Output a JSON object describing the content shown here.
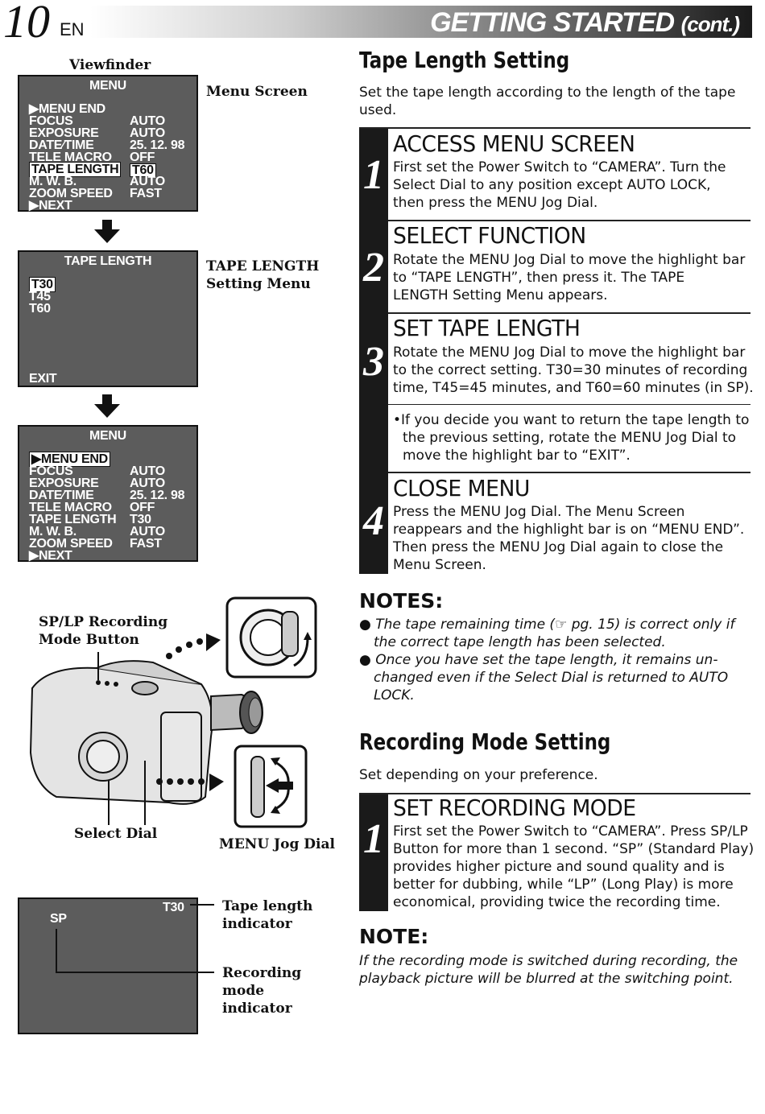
{
  "header": {
    "page_number": "10",
    "lang": "EN",
    "title": "GETTING STARTED",
    "cont": "(cont.)"
  },
  "left": {
    "viewfinder_label": "Viewfinder",
    "menu_screen_label": "Menu Screen",
    "tape_menu_label_1": "TAPE LENGTH",
    "tape_menu_label_2": "Setting Menu",
    "screen1": {
      "title": "MENU",
      "rows": [
        {
          "label": "▶MENU  END",
          "value": ""
        },
        {
          "label": "FOCUS",
          "value": "AUTO"
        },
        {
          "label": "EXPOSURE",
          "value": "AUTO"
        },
        {
          "label": "DATE∕TIME",
          "value": "25. 12. 98"
        },
        {
          "label": "TELE   MACRO",
          "value": "OFF"
        },
        {
          "label": "TAPE   LENGTH",
          "value": "T60"
        },
        {
          "label": "M. W. B.",
          "value": "AUTO"
        },
        {
          "label": "ZOOM SPEED",
          "value": "FAST"
        },
        {
          "label": "▶NEXT",
          "value": ""
        }
      ]
    },
    "screen2": {
      "title": "TAPE  LENGTH",
      "options": [
        "T30",
        "T45",
        "T60"
      ],
      "exit": "EXIT"
    },
    "screen3": {
      "title": "MENU",
      "rows": [
        {
          "label": "▶MENU  END",
          "value": ""
        },
        {
          "label": "FOCUS",
          "value": "AUTO"
        },
        {
          "label": "EXPOSURE",
          "value": "AUTO"
        },
        {
          "label": "DATE∕TIME",
          "value": "25. 12. 98"
        },
        {
          "label": "TELE   MACRO",
          "value": "OFF"
        },
        {
          "label": "TAPE   LENGTH",
          "value": "T30"
        },
        {
          "label": "M. W. B.",
          "value": "AUTO"
        },
        {
          "label": "ZOOM SPEED",
          "value": "FAST"
        },
        {
          "label": "▶NEXT",
          "value": ""
        }
      ]
    },
    "sp_lp_label_1": "SP/LP Recording",
    "sp_lp_label_2": "Mode Button",
    "select_dial_label": "Select Dial",
    "menu_jog_label": "MENU Jog Dial",
    "screen4": {
      "sp": "SP",
      "t30": "T30"
    },
    "tape_ind_1": "Tape length",
    "tape_ind_2": "indicator",
    "rec_ind_1": "Recording",
    "rec_ind_2": "mode",
    "rec_ind_3": "indicator"
  },
  "right": {
    "tape_title": "Tape Length Setting",
    "tape_intro_1": "Set the tape length according to the length of the tape",
    "tape_intro_2": "used.",
    "steps": [
      {
        "num": "1",
        "head": "ACCESS MENU SCREEN",
        "lines": [
          "First set the Power Switch to “CAMERA”. Turn the",
          "Select Dial to any position except AUTO LOCK,",
          "then press the MENU Jog Dial."
        ]
      },
      {
        "num": "2",
        "head": "SELECT FUNCTION",
        "lines": [
          "Rotate the MENU Jog Dial to move the highlight bar",
          "to “TAPE LENGTH”, then press it. The TAPE",
          "LENGTH Setting Menu appears."
        ]
      },
      {
        "num": "3",
        "head": "SET TAPE LENGTH",
        "lines": [
          "Rotate the MENU Jog Dial to move the highlight bar",
          "to the correct setting. T30=30 minutes of recording",
          "time, T45=45 minutes, and T60=60 minutes (in SP)."
        ],
        "note_lines": [
          "•If  you decide you want to return the tape length to",
          "the previous setting, rotate the MENU Jog Dial to",
          "move the highlight bar to “EXIT”."
        ]
      },
      {
        "num": "4",
        "head": "CLOSE MENU",
        "lines": [
          "Press the MENU Jog Dial. The Menu Screen",
          "reappears and the highlight bar is on “MENU END”.",
          "Then press the MENU Jog Dial again to close the",
          "Menu Screen."
        ]
      }
    ],
    "notes_title": "NOTES:",
    "notes": [
      [
        "The tape remaining time (☞ pg. 15) is correct only if",
        "the correct tape length has been selected."
      ],
      [
        "Once you have set the tape length, it remains un-",
        "changed even if the Select Dial is returned to AUTO",
        "LOCK."
      ]
    ],
    "rec_title": "Recording Mode Setting",
    "rec_intro": "Set depending on your preference.",
    "rec_step": {
      "num": "1",
      "head": "SET RECORDING MODE",
      "lines": [
        "First set the Power Switch to “CAMERA”. Press SP/LP",
        "Button for more than 1 second. “SP” (Standard Play)",
        "provides higher picture and sound quality and is",
        "better for dubbing, while “LP” (Long Play) is more",
        "economical, providing twice the recording time."
      ]
    },
    "note_title": "NOTE:",
    "note_lines": [
      "If the recording mode is switched during recording, the",
      "playback picture will be blurred at the switching point."
    ]
  }
}
